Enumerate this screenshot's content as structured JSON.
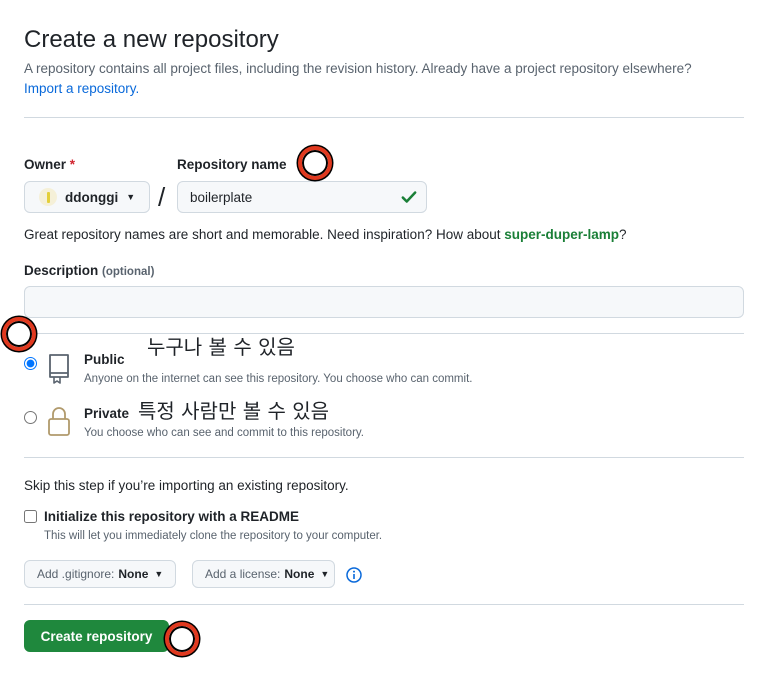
{
  "header": {
    "title": "Create a new repository",
    "subtitle": "A repository contains all project files, including the revision history. Already have a project repository elsewhere?",
    "import_link": "Import a repository."
  },
  "owner": {
    "label": "Owner",
    "required_mark": "*",
    "value": "ddonggi",
    "avatar_icon": "avatar-icon"
  },
  "separator": "/",
  "repository_name": {
    "label": "Repository name",
    "value": "boilerplate",
    "valid_icon": "check-icon"
  },
  "name_hint": {
    "text": "Great repository names are short and memorable. Need inspiration? How about ",
    "suggestion": "super-duper-lamp",
    "end": "?"
  },
  "description": {
    "label": "Description",
    "optional": "(optional)",
    "value": ""
  },
  "visibility": {
    "options": [
      {
        "title": "Public",
        "desc": "Anyone on the internet can see this repository. You choose who can commit.",
        "selected": true,
        "icon": "repo-icon"
      },
      {
        "title": "Private",
        "desc": "You choose who can see and commit to this repository.",
        "selected": false,
        "icon": "lock-icon"
      }
    ]
  },
  "annotations": {
    "public_note": "누구나 볼 수 있음",
    "private_note": "특정 사람만 볼 수 있음"
  },
  "initialize": {
    "skip_text": "Skip this step if you’re importing an existing repository.",
    "readme_label": "Initialize this repository with a README",
    "readme_desc": "This will let you immediately clone the repository to your computer.",
    "readme_checked": false
  },
  "gitignore": {
    "prefix": "Add .gitignore:",
    "value": "None"
  },
  "license": {
    "prefix": "Add a license:",
    "value": "None"
  },
  "create_button": "Create repository",
  "colors": {
    "accent_link": "#0969da",
    "success_green": "#1f883d",
    "suggestion_green": "#1a7f37",
    "required_red": "#d1242f",
    "marker_red": "#e0391f"
  }
}
